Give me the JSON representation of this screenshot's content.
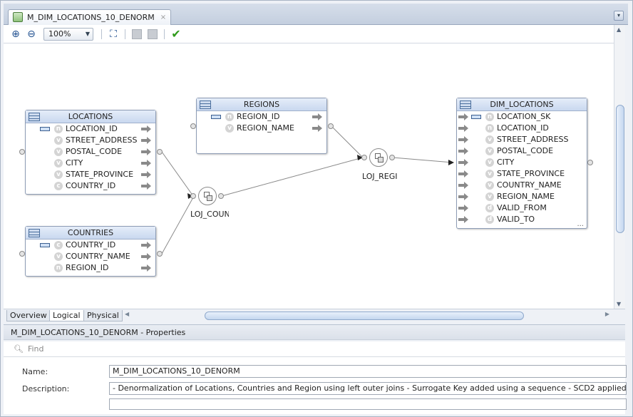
{
  "editor_tab": {
    "title": "M_DIM_LOCATIONS_10_DENORM",
    "close": "×"
  },
  "toolbar": {
    "zoom": "100%"
  },
  "diagram": {
    "locations": {
      "title": "LOCATIONS",
      "attrs": [
        {
          "badge": "n",
          "name": "LOCATION_ID",
          "key": true
        },
        {
          "badge": "v",
          "name": "STREET_ADDRESS"
        },
        {
          "badge": "v",
          "name": "POSTAL_CODE"
        },
        {
          "badge": "v",
          "name": "CITY"
        },
        {
          "badge": "v",
          "name": "STATE_PROVINCE"
        },
        {
          "badge": "c",
          "name": "COUNTRY_ID"
        }
      ]
    },
    "countries": {
      "title": "COUNTRIES",
      "attrs": [
        {
          "badge": "c",
          "name": "COUNTRY_ID",
          "key": true
        },
        {
          "badge": "v",
          "name": "COUNTRY_NAME"
        },
        {
          "badge": "n",
          "name": "REGION_ID"
        }
      ]
    },
    "regions": {
      "title": "REGIONS",
      "attrs": [
        {
          "badge": "n",
          "name": "REGION_ID",
          "key": true
        },
        {
          "badge": "v",
          "name": "REGION_NAME"
        }
      ]
    },
    "dim_locations": {
      "title": "DIM_LOCATIONS",
      "more": "...",
      "attrs": [
        {
          "badge": "n",
          "name": "LOCATION_SK",
          "key": true
        },
        {
          "badge": "n",
          "name": "LOCATION_ID"
        },
        {
          "badge": "v",
          "name": "STREET_ADDRESS"
        },
        {
          "badge": "v",
          "name": "POSTAL_CODE"
        },
        {
          "badge": "v",
          "name": "CITY"
        },
        {
          "badge": "v",
          "name": "STATE_PROVINCE"
        },
        {
          "badge": "v",
          "name": "COUNTRY_NAME"
        },
        {
          "badge": "v",
          "name": "REGION_NAME"
        },
        {
          "badge": "d",
          "name": "VALID_FROM"
        },
        {
          "badge": "d",
          "name": "VALID_TO"
        }
      ]
    },
    "join_countries": {
      "label": "LOJ_COUN"
    },
    "join_regions": {
      "label": "LOJ_REGI"
    }
  },
  "view_tabs": [
    "Overview",
    "Logical",
    "Physical"
  ],
  "properties": {
    "header": "M_DIM_LOCATIONS_10_DENORM - Properties",
    "find_placeholder": "Find",
    "name_label": "Name:",
    "name_value": "M_DIM_LOCATIONS_10_DENORM",
    "description_label": "Description:",
    "description_value": "- Denormalization of Locations, Countries and Region using left outer joins - Surrogate Key added using a sequence - SCD2 applied"
  },
  "colors": {
    "accent": "#1f4f8f",
    "check": "#2f9a1a",
    "node_header": "#c9d8ef"
  }
}
